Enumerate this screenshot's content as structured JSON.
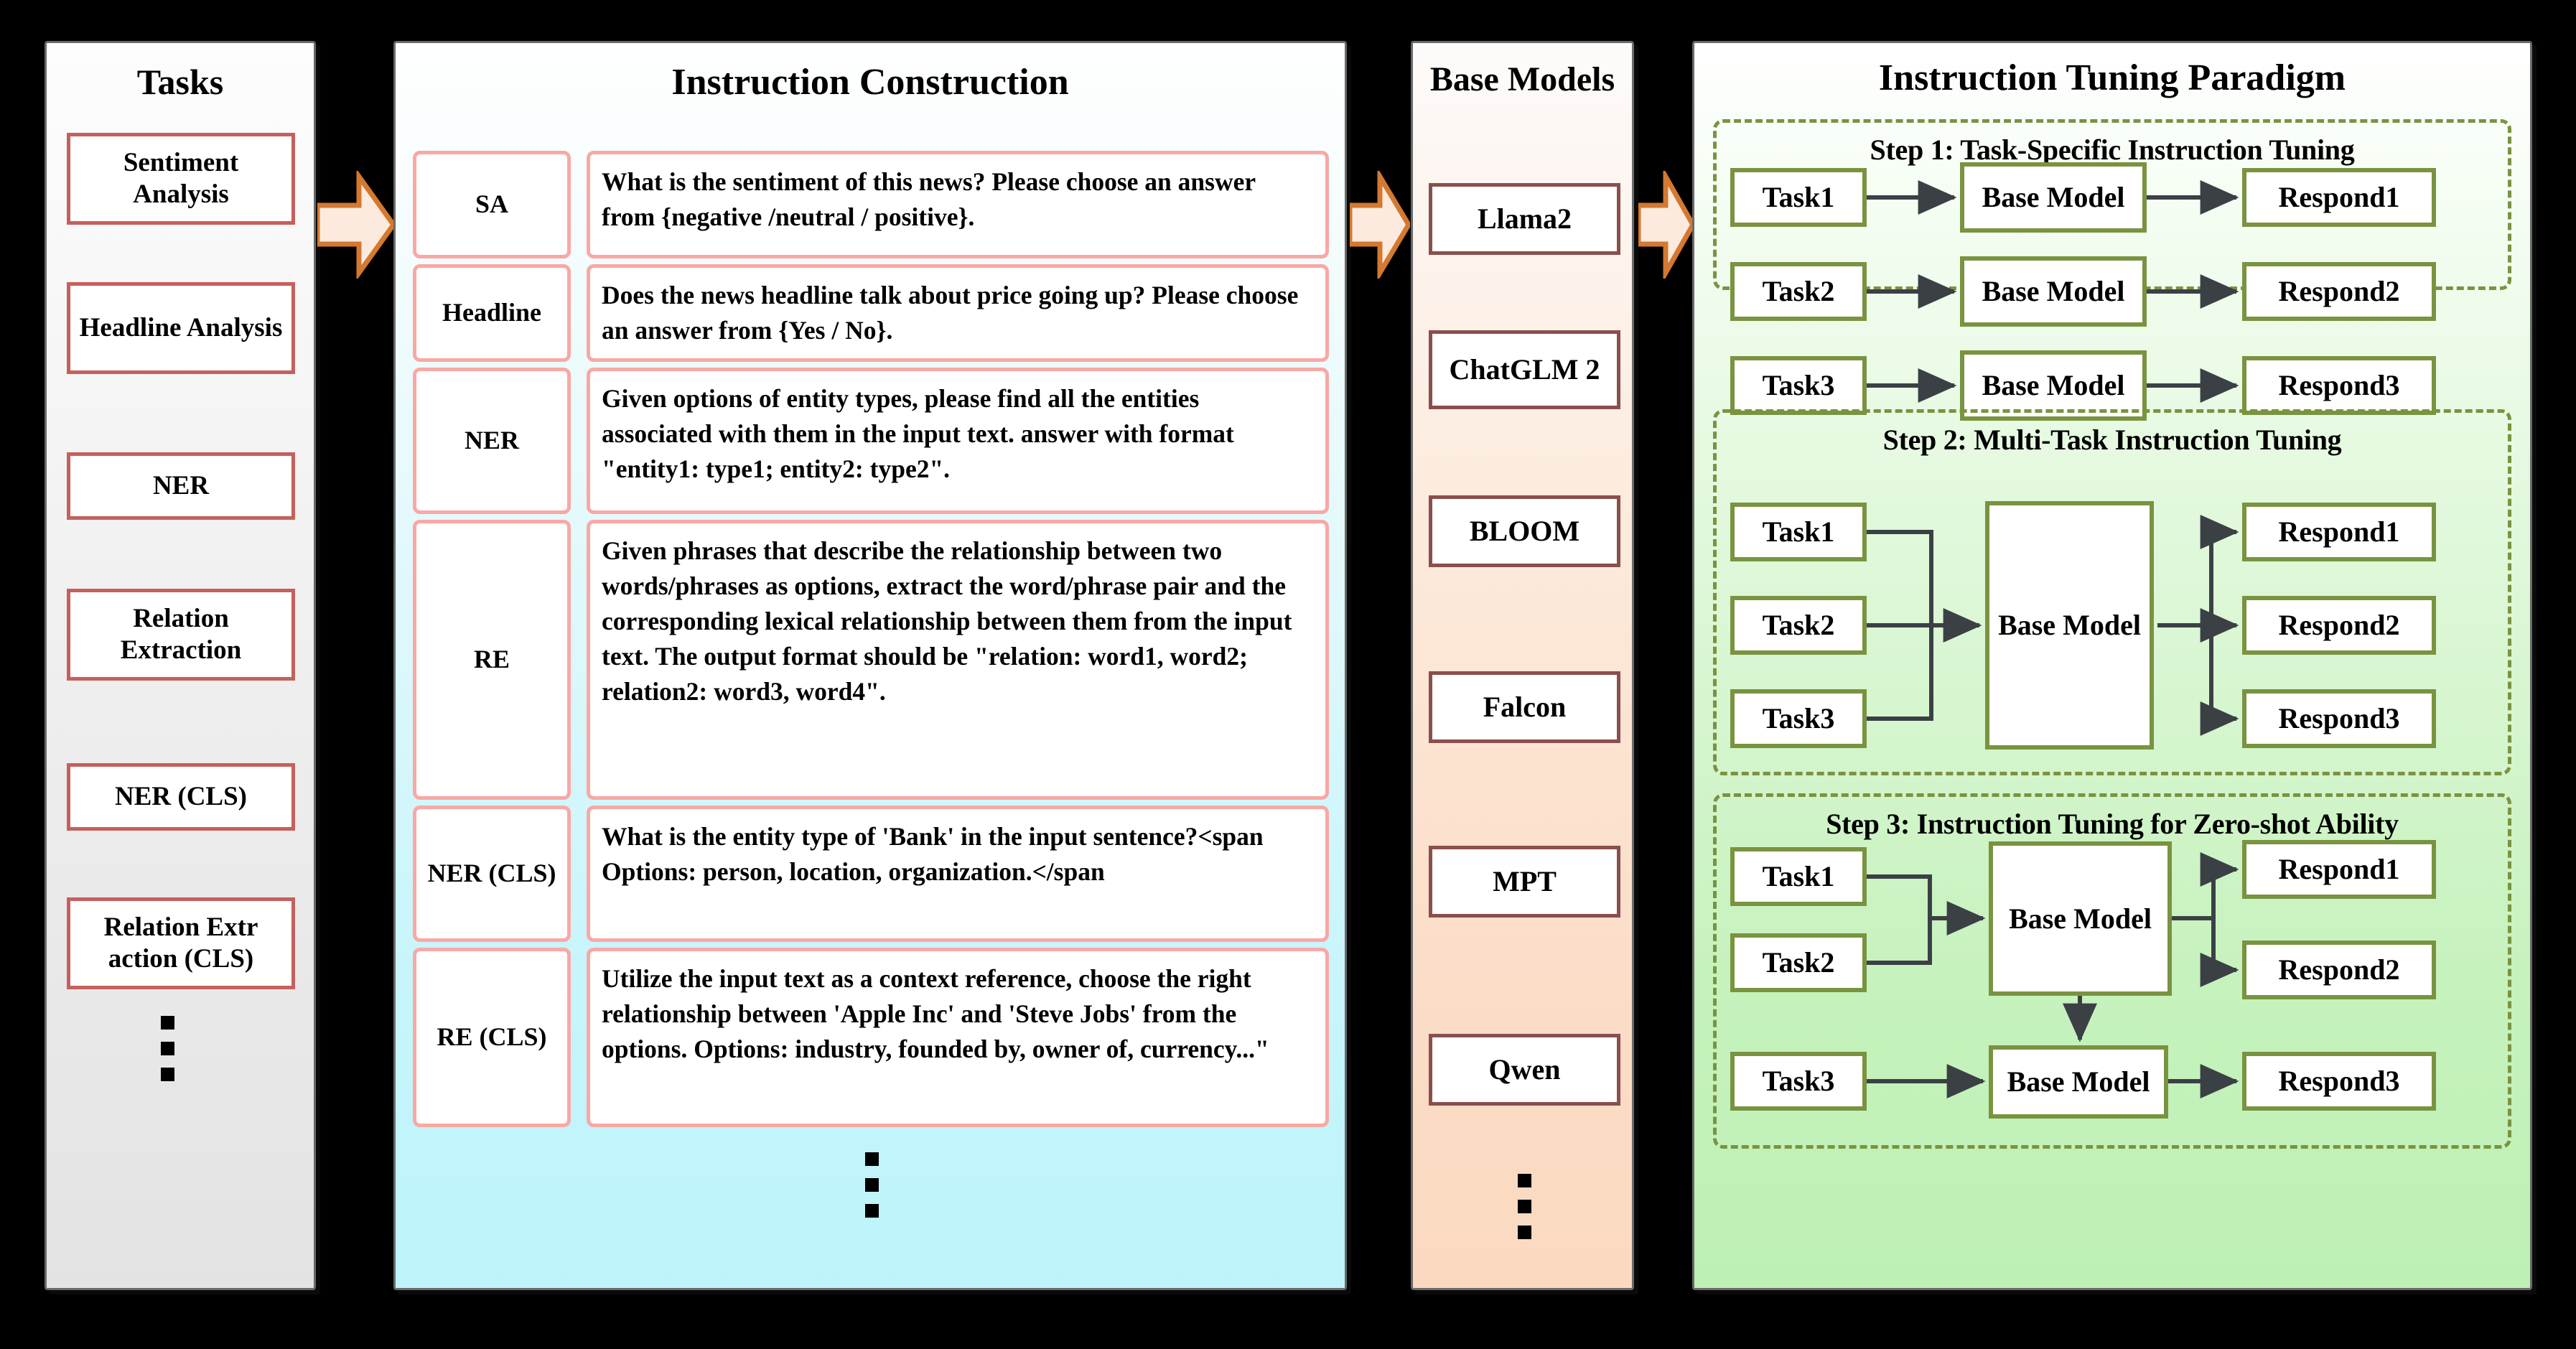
{
  "panels": {
    "tasks": {
      "title": "Tasks",
      "items": [
        {
          "label": "Sentiment Analysis"
        },
        {
          "label": "Headline Analysis"
        },
        {
          "label": "NER"
        },
        {
          "label": "Relation Extraction"
        },
        {
          "label": "NER (CLS)"
        },
        {
          "label": "Relation Extr action (CLS)"
        }
      ],
      "ellipsis": "vertical-ellipsis"
    },
    "instruction": {
      "title": "Instruction Construction",
      "rows": [
        {
          "tag": "SA",
          "text": "What is the sentiment of this news? Please choose an answer from {negative /neutral / positive}."
        },
        {
          "tag": "Headline",
          "text": "Does the news headline talk about price going up? Please choose an answer from {Yes / No}."
        },
        {
          "tag": "NER",
          "text": "Given options of entity types, please find all the entities associated with them in the input text. answer with format \"entity1: type1; entity2: type2\"."
        },
        {
          "tag": "RE",
          "text": "Given phrases that describe the relationship between two words/phrases as options, extract the word/phrase pair and the corresponding lexical relationship between them from the input text. The output format should be \"relation: word1, word2; relation2: word3, word4\"."
        },
        {
          "tag": "NER (CLS)",
          "text": "What is the entity type of 'Bank' in the input sentence?<span Options: person, location, organization.</span"
        },
        {
          "tag": "RE (CLS)",
          "text": "Utilize the input text as a context reference, choose the right relationship between 'Apple Inc' and 'Steve Jobs' from the options. Options: industry, founded by, owner of, currency...\""
        }
      ],
      "ellipsis": "vertical-ellipsis"
    },
    "base_models": {
      "title": "Base Models",
      "items": [
        {
          "label": "Llama2"
        },
        {
          "label": "ChatGLM 2"
        },
        {
          "label": "BLOOM"
        },
        {
          "label": "Falcon"
        },
        {
          "label": "MPT"
        },
        {
          "label": "Qwen"
        }
      ],
      "ellipsis": "vertical-ellipsis"
    },
    "tuning": {
      "title": "Instruction Tuning Paradigm",
      "steps": [
        {
          "title": "Step 1: Task-Specific Instruction Tuning",
          "tasks": [
            "Task1",
            "Task2",
            "Task3"
          ],
          "models": [
            "Base Model",
            "Base Model",
            "Base Model"
          ],
          "responses": [
            "Respond1",
            "Respond2",
            "Respond3"
          ]
        },
        {
          "title": "Step 2: Multi-Task Instruction Tuning",
          "tasks": [
            "Task1",
            "Task2",
            "Task3"
          ],
          "models": [
            "Base Model"
          ],
          "responses": [
            "Respond1",
            "Respond2",
            "Respond3"
          ]
        },
        {
          "title": "Step 3: Instruction Tuning for Zero-shot Ability",
          "tasks": [
            "Task1",
            "Task2",
            "Task3"
          ],
          "models": [
            "Base Model",
            "Base Model"
          ],
          "responses": [
            "Respond1",
            "Respond2",
            "Respond3"
          ]
        }
      ]
    }
  },
  "flow_arrows": [
    {
      "name": "tasks-to-instruction"
    },
    {
      "name": "instruction-to-base-models"
    },
    {
      "name": "base-models-to-tuning"
    }
  ],
  "colors": {
    "task_border": "#c5605c",
    "instruction_border": "#f9a8a5",
    "model_border": "#8a4f4c",
    "green_border": "#7a9340",
    "arrow_fill": "#fdeade",
    "arrow_stroke": "#d4792f",
    "connector": "#3b4045"
  }
}
